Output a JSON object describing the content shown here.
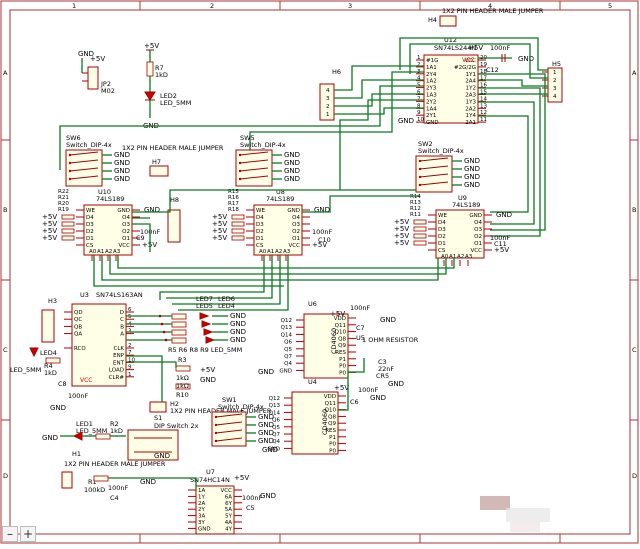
{
  "frame": {
    "columns": [
      "1",
      "2",
      "3",
      "4",
      "5"
    ],
    "rows": [
      "A",
      "B",
      "C",
      "D"
    ]
  },
  "toolbar": {
    "fit_button": "–",
    "zoom_in_button": "+"
  },
  "power": {
    "gnd": "GND",
    "v5": "+5V",
    "vcc": "VCC"
  },
  "top": {
    "jp2_label": "JP2",
    "jp2_value": "M02",
    "r7_label": "R7",
    "r7_value": "1kD",
    "led2_label": "LED2",
    "led2_value": "LED_5MM"
  },
  "u12": {
    "header": "1X2 PIN HEADER MALE JUMPER",
    "h4": "H4",
    "ref": "U12",
    "part": "SN74LS244N",
    "c12": "C12",
    "c12_value": "100nF",
    "h6": "H6",
    "h5": "H5",
    "pins_left": [
      "#1G",
      "1A1",
      "2Y4",
      "1A2",
      "2Y3",
      "1A3",
      "2Y2",
      "1A4",
      "2Y1",
      "GND"
    ],
    "pins_right": [
      "VCC",
      "#2G/2G",
      "1Y1",
      "2A4",
      "1Y2",
      "2A3",
      "1Y3",
      "2A2",
      "1Y4",
      "2A1"
    ],
    "nums_left": [
      "1",
      "2",
      "3",
      "4",
      "5",
      "6",
      "7",
      "8",
      "9",
      "10"
    ],
    "nums_right": [
      "20",
      "19",
      "18",
      "17",
      "16",
      "15",
      "14",
      "13",
      "12",
      "11"
    ]
  },
  "switches": {
    "sw6": "SW6",
    "sw5": "SW5",
    "sw2": "SW2",
    "sw1": "SW1",
    "s1": "S1",
    "dip4": "Switch_DIP-4x",
    "dip2": "DIP Switch 2x",
    "h7": "H7",
    "h7_label": "1X2 PIN HEADER MALE JUMPER",
    "h8": "H8"
  },
  "u10": {
    "ref": "U10",
    "part": "74LS189",
    "res": [
      "R22",
      "R21",
      "R20",
      "R19"
    ],
    "pins_left": [
      "WE",
      "D4",
      "D3",
      "D2",
      "D1",
      "CS"
    ],
    "pins_right": [
      "GND",
      "O4",
      "O3",
      "O2",
      "O1",
      "VCC"
    ],
    "addr": [
      "A0",
      "A1",
      "A2",
      "A3"
    ],
    "cap": "C9",
    "cap_value": "100nF"
  },
  "u8": {
    "ref": "U8",
    "part": "74LS189",
    "res": [
      "R15",
      "R16",
      "R17",
      "R18"
    ],
    "pins_left": [
      "WE",
      "D4",
      "D3",
      "D2",
      "D1",
      "CS"
    ],
    "pins_right": [
      "GND",
      "O4",
      "O3",
      "O2",
      "O1",
      "VCC"
    ],
    "addr": [
      "A0",
      "A1",
      "A2",
      "A3"
    ],
    "cap": "C10",
    "cap_value": "100nF"
  },
  "u9": {
    "ref": "U9",
    "part": "74LS189",
    "res": [
      "R14",
      "R13",
      "R12",
      "R11"
    ],
    "pins_left": [
      "WE",
      "D4",
      "D3",
      "D2",
      "D1",
      "CS"
    ],
    "pins_right": [
      "GND",
      "O4",
      "O3",
      "O2",
      "O1",
      "VCC"
    ],
    "addr": [
      "A0",
      "A1",
      "A2",
      "A3"
    ],
    "cap": "C11",
    "cap_value": "100nF"
  },
  "u3": {
    "ref": "U3",
    "part": "SN74LS163AN",
    "h3": "H3",
    "pins_left": [
      "QD",
      "QC",
      "QB",
      "QA",
      "",
      "RCO"
    ],
    "pins_right": [
      "D",
      "C",
      "B",
      "A",
      "",
      "CLK",
      "ENP",
      "ENT",
      "LOAD",
      "CLR#"
    ],
    "nums_right": [
      "6",
      "5",
      "4",
      "3",
      "",
      "2",
      "7",
      "10",
      "9",
      "1"
    ],
    "led4": "LED4",
    "led4_value": "LED_5MM",
    "r4": "R4",
    "r4_value": "1kD",
    "c8": "C8",
    "c8_value": "100nF",
    "vcc": "VCC"
  },
  "leds": {
    "labels": [
      "LED7",
      "LED6",
      "LED5",
      "LED4"
    ],
    "res_label": "R5 R6 R8 R9 LED_5MM"
  },
  "r3": {
    "label": "R3",
    "value": "1kΩ"
  },
  "r10": {
    "label": "R10",
    "value": "1kΩ"
  },
  "h2": {
    "label": "H2",
    "text": "1X2 PIN HEADER MALE JUMPER"
  },
  "u6": {
    "ref": "U6",
    "part": "CD4060",
    "pins_left": [
      "Q12",
      "Q13",
      "Q14",
      "Q6",
      "Q5",
      "Q7",
      "Q4",
      "GND"
    ],
    "pins_right": [
      "VDD",
      "Q11",
      "Q10",
      "Q8",
      "Q9",
      "RES",
      "P1",
      "P0",
      "P0"
    ],
    "c7": "C7",
    "c7_value": "100nF",
    "u5": "U5",
    "u5_value": "1 OHM RESISTOR",
    "c3": "C3",
    "c3_value": "22nF",
    "cr5": "CR5"
  },
  "u4": {
    "ref": "U4",
    "part": "CD4060",
    "pins_left": [
      "Q12",
      "Q13",
      "Q14",
      "Q6",
      "Q5",
      "Q7",
      "Q4",
      "GND"
    ],
    "pins_right": [
      "VDD",
      "Q11",
      "Q10",
      "Q8",
      "Q9",
      "RES",
      "P1",
      "P0",
      "P0"
    ],
    "c6": "C6",
    "c6_value": "100nF"
  },
  "bottom": {
    "led1": "LED1",
    "led1_value": "LED_5MM",
    "r2": "R2",
    "r2_value": "1kD",
    "h1": "H1",
    "h1_label": "1X2 PIN HEADER MALE JUMPER",
    "r1": "R1",
    "r1_value": "100kD",
    "c4": "C4",
    "c4_value": "100nF",
    "u7": "U7",
    "u7_part": "SN74HC14N",
    "u7_pins_left": [
      "1A",
      "1Y",
      "2A",
      "2Y",
      "3A",
      "3Y",
      "GND"
    ],
    "u7_pins_right": [
      "VCC",
      "6A",
      "6Y",
      "5A",
      "5Y",
      "4A",
      "4Y"
    ],
    "c5": "C5",
    "c5_value": "100nF"
  }
}
